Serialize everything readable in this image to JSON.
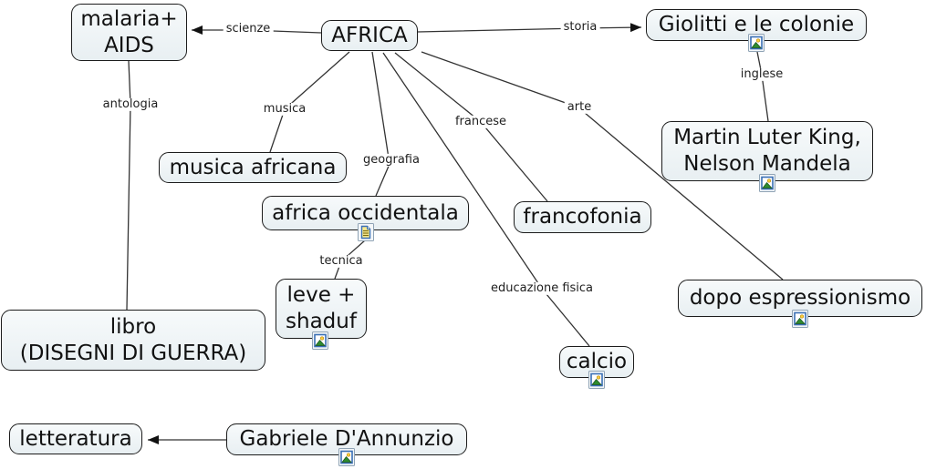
{
  "diagram": {
    "type": "concept-map",
    "topic": "AFRICA"
  },
  "colors": {
    "node_fill_top": "#f7fafb",
    "node_fill_bottom": "#e8eff2",
    "node_border": "#1c1c1c",
    "line": "#333333",
    "background": "#ffffff"
  },
  "nodes": [
    {
      "id": "africa",
      "label": "AFRICA"
    },
    {
      "id": "malaria-aids",
      "label": "malaria+\nAIDS"
    },
    {
      "id": "giolitti",
      "label": "Giolitti e le colonie",
      "resource": "image"
    },
    {
      "id": "musica-africana",
      "label": "musica africana"
    },
    {
      "id": "africa-occidentala",
      "label": "africa occidentala",
      "resource": "document"
    },
    {
      "id": "francofonia",
      "label": "francofonia"
    },
    {
      "id": "martin-luter-king",
      "label": "Martin Luter King,\nNelson Mandela",
      "resource": "image"
    },
    {
      "id": "leve-shaduf",
      "label": "leve +\nshaduf",
      "resource": "image"
    },
    {
      "id": "dopo-espressionismo",
      "label": "dopo espressionismo",
      "resource": "image"
    },
    {
      "id": "calcio",
      "label": "calcio",
      "resource": "image"
    },
    {
      "id": "libro",
      "label": "libro\n(DISEGNI DI GUERRA)"
    },
    {
      "id": "letteratura",
      "label": "letteratura"
    },
    {
      "id": "gabriele-dannunzio",
      "label": "Gabriele D'Annunzio",
      "resource": "image"
    }
  ],
  "links": [
    {
      "from": "africa",
      "to": "malaria-aids",
      "label": "scienze",
      "arrow": true
    },
    {
      "from": "africa",
      "to": "giolitti",
      "label": "storia",
      "arrow": true
    },
    {
      "from": "africa",
      "to": "musica-africana",
      "label": "musica",
      "arrow": false
    },
    {
      "from": "africa",
      "to": "africa-occidentala",
      "label": "geografia",
      "arrow": false
    },
    {
      "from": "africa",
      "to": "francofonia",
      "label": "francese",
      "arrow": false
    },
    {
      "from": "africa",
      "to": "calcio",
      "label": "educazione fisica",
      "arrow": false
    },
    {
      "from": "africa",
      "to": "dopo-espressionismo",
      "label": "arte",
      "arrow": false
    },
    {
      "from": "giolitti",
      "to": "martin-luter-king",
      "label": "inglese",
      "arrow": false
    },
    {
      "from": "malaria-aids",
      "to": "libro",
      "label": "antologia",
      "arrow": false
    },
    {
      "from": "africa-occidentala",
      "to": "leve-shaduf",
      "label": "tecnica",
      "arrow": false
    },
    {
      "from": "gabriele-dannunzio",
      "to": "letteratura",
      "label": "",
      "arrow": true
    }
  ]
}
